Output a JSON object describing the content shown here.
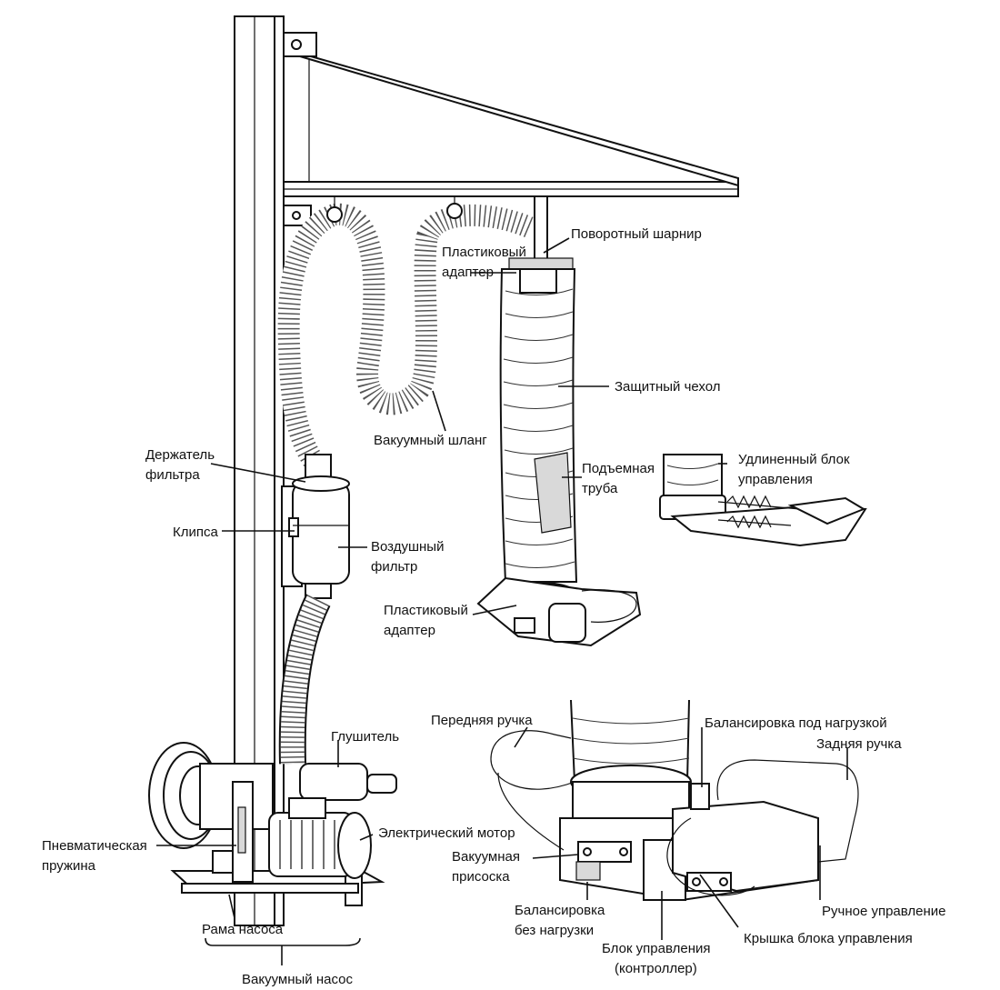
{
  "labels": {
    "swivel_joint": "Поворотный шарнир",
    "plastic_adapter_top_1": "Пластиковый",
    "plastic_adapter_top_2": "адаптер",
    "protective_cover": "Защитный чехол",
    "vacuum_hose": "Вакуумный шланг",
    "lifting_tube_1": "Подъемная",
    "lifting_tube_2": "труба",
    "extended_control_1": "Удлиненный блок",
    "extended_control_2": "управления",
    "filter_holder_1": "Держатель",
    "filter_holder_2": "фильтра",
    "clip": "Клипса",
    "air_filter_1": "Воздушный",
    "air_filter_2": "фильтр",
    "plastic_adapter_bottom_1": "Пластиковый",
    "plastic_adapter_bottom_2": "адаптер",
    "front_handle": "Передняя ручка",
    "load_balance": "Балансировка под нагрузкой",
    "rear_handle": "Задняя ручка",
    "muffler": "Глушитель",
    "electric_motor": "Электрический мотор",
    "gas_spring_1": "Пневматическая",
    "gas_spring_2": "пружина",
    "vacuum_cup_1": "Вакуумная",
    "vacuum_cup_2": "присоска",
    "unload_balance_1": "Балансировка",
    "unload_balance_2": "без нагрузки",
    "manual_control": "Ручное управление",
    "control_unit_cover": "Крышка блока управления",
    "pump_frame": "Рама насоса",
    "control_unit_1": "Блок управления",
    "control_unit_2": "(контроллер)",
    "vacuum_pump": "Вакуумный насос"
  }
}
